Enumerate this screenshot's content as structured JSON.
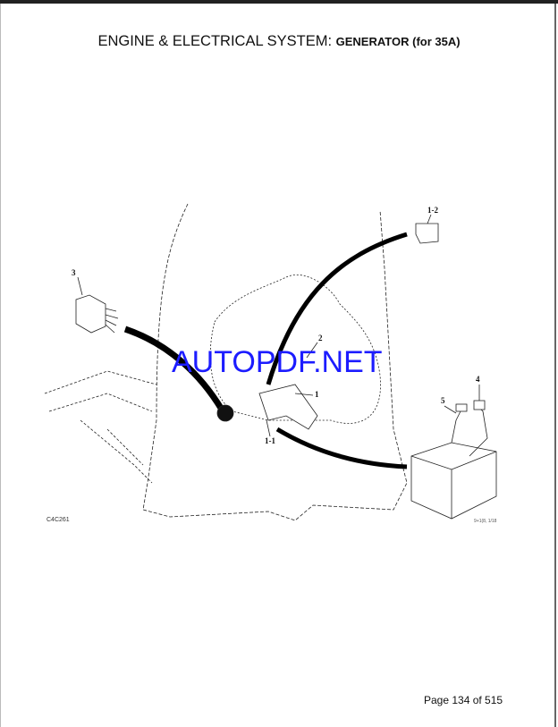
{
  "header": {
    "title_main": "ENGINE & ELECTRICAL SYSTEM: ",
    "title_sub": "GENERATOR (for 35A)"
  },
  "diagram": {
    "callouts": {
      "c1_2": "1-2",
      "c3": "3",
      "c2": "2",
      "c1": "1",
      "c4": "4",
      "c5": "5",
      "c1_1": "1-1"
    },
    "drawing_code": "C4C261",
    "drawing_ref": "9+1(8, 1/18"
  },
  "watermark": "AUTOPDF.NET",
  "footer": {
    "page_label": "Page 134 of 515"
  }
}
